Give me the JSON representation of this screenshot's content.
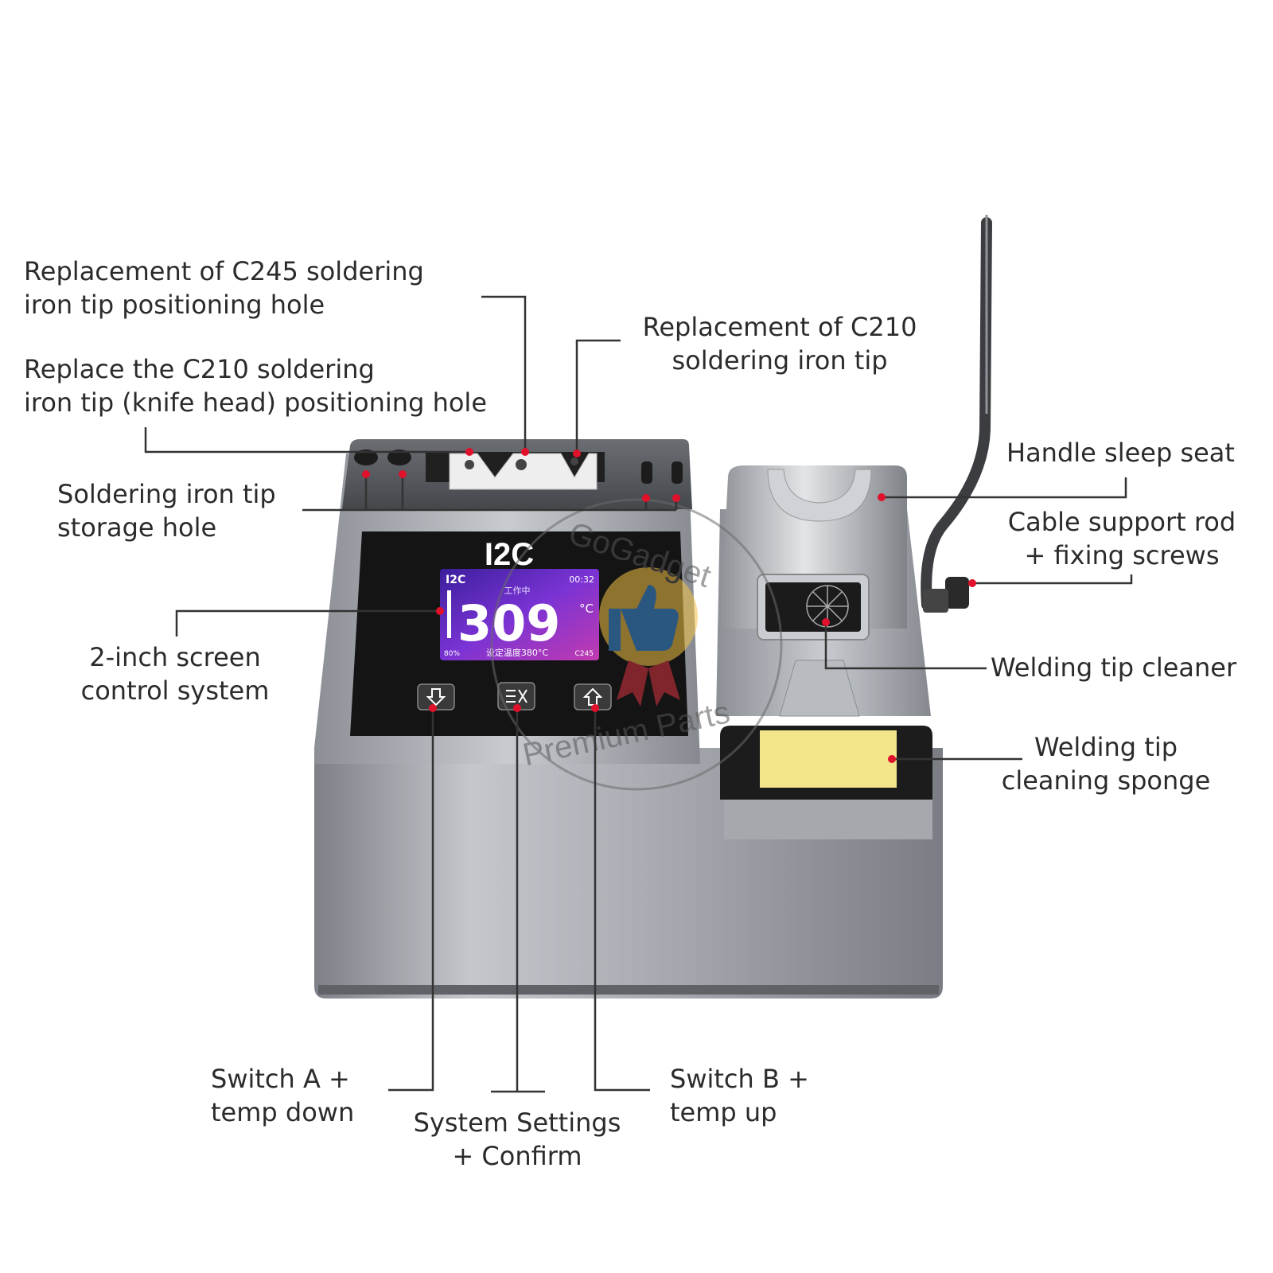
{
  "labels": {
    "c245_hole": [
      "Replacement of C245 soldering",
      "iron tip positioning hole"
    ],
    "c210_knife_hole": [
      "Replace the C210 soldering",
      "iron tip (knife head) positioning hole"
    ],
    "c210_tip": [
      "Replacement of C210",
      "soldering iron tip"
    ],
    "storage_hole": [
      "Soldering iron tip",
      "storage hole"
    ],
    "screen": [
      "2-inch screen",
      "control system"
    ],
    "sleep_seat": [
      "Handle sleep seat"
    ],
    "cable_rod": [
      "Cable support rod",
      "+ fixing screws"
    ],
    "tip_cleaner": [
      "Welding tip cleaner"
    ],
    "sponge": [
      "Welding tip",
      "cleaning sponge"
    ],
    "switch_a": [
      "Switch A +",
      "temp down"
    ],
    "settings": [
      "System Settings",
      "+ Confirm"
    ],
    "switch_b": [
      "Switch B +",
      "temp up"
    ]
  },
  "device": {
    "brand": "I2C",
    "screen": {
      "brand": "I2C",
      "time": "00:32",
      "status": "工作中",
      "temperature": "309",
      "unit": "°C",
      "set_temp": "设定温度380°C",
      "power": "80%",
      "tip_model": "C245"
    },
    "buttons": {
      "down_icon": "arrow-down-icon",
      "settings_icon": "settings-icon",
      "up_icon": "arrow-up-icon"
    }
  },
  "watermark": {
    "top_text": "GoGadget",
    "bottom_text": "Premium Parts"
  },
  "colors": {
    "callout_line": "#333333",
    "callout_dot": "#e0112b",
    "body_silver": "#a9adb3",
    "panel_black": "#141414",
    "sponge": "#f3e58a",
    "screen_bg": "#6d34c9"
  }
}
